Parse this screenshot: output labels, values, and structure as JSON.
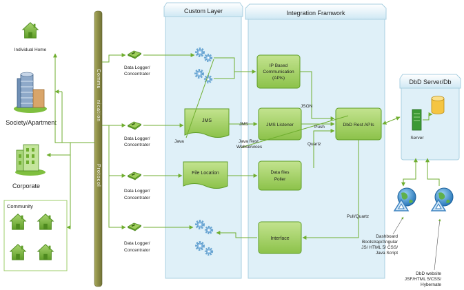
{
  "panels": {
    "custom_layer": "Custom Layer",
    "integration_framework": "Integration Framwork",
    "dbd_server": "DbD Server/Db"
  },
  "left_entities": {
    "individual_home": "Individual Home",
    "society": "Society/Apartment",
    "corporate": "Corporate",
    "community": "Community"
  },
  "protocol_bar": [
    "Commu",
    "nication",
    "Protocol"
  ],
  "data_logger": [
    "Data Logger/",
    "Concentrator"
  ],
  "custom_nodes": {
    "jms": "JMS",
    "file_location": "File Location",
    "java": "Java"
  },
  "integration_nodes": {
    "ip_comm": [
      "IP Based",
      "Communication",
      "(APIs)"
    ],
    "jms_listener": "JMS Listener",
    "data_poller": [
      "Data files",
      "Poller"
    ],
    "interface": "Interface",
    "rest_apis": "DbD Rest APIs"
  },
  "edge_labels": {
    "json": "JSON",
    "jms": "JMS",
    "push": "Push",
    "java_rest": [
      "Java Rest",
      "Webservices"
    ],
    "quartz": "Quartz",
    "pull_quartz": "Pull/Quartz"
  },
  "server_label": "Server",
  "dashboard": [
    "Dashboard",
    "Bootstrap/Angular",
    "JS/ HTML 5/ CSS/",
    "Java Script"
  ],
  "website": [
    "DbD website",
    "JSF/HTML 5/CSS/",
    "Hybernate"
  ],
  "colors": {
    "green": "#6fae2f",
    "green_light": "#a8d46f",
    "panel_fill": "#dff0f8",
    "panel_edge": "#a9cfe0",
    "bar": "#8b8c46",
    "server": "#3c9a35",
    "db": "#f5c542"
  }
}
